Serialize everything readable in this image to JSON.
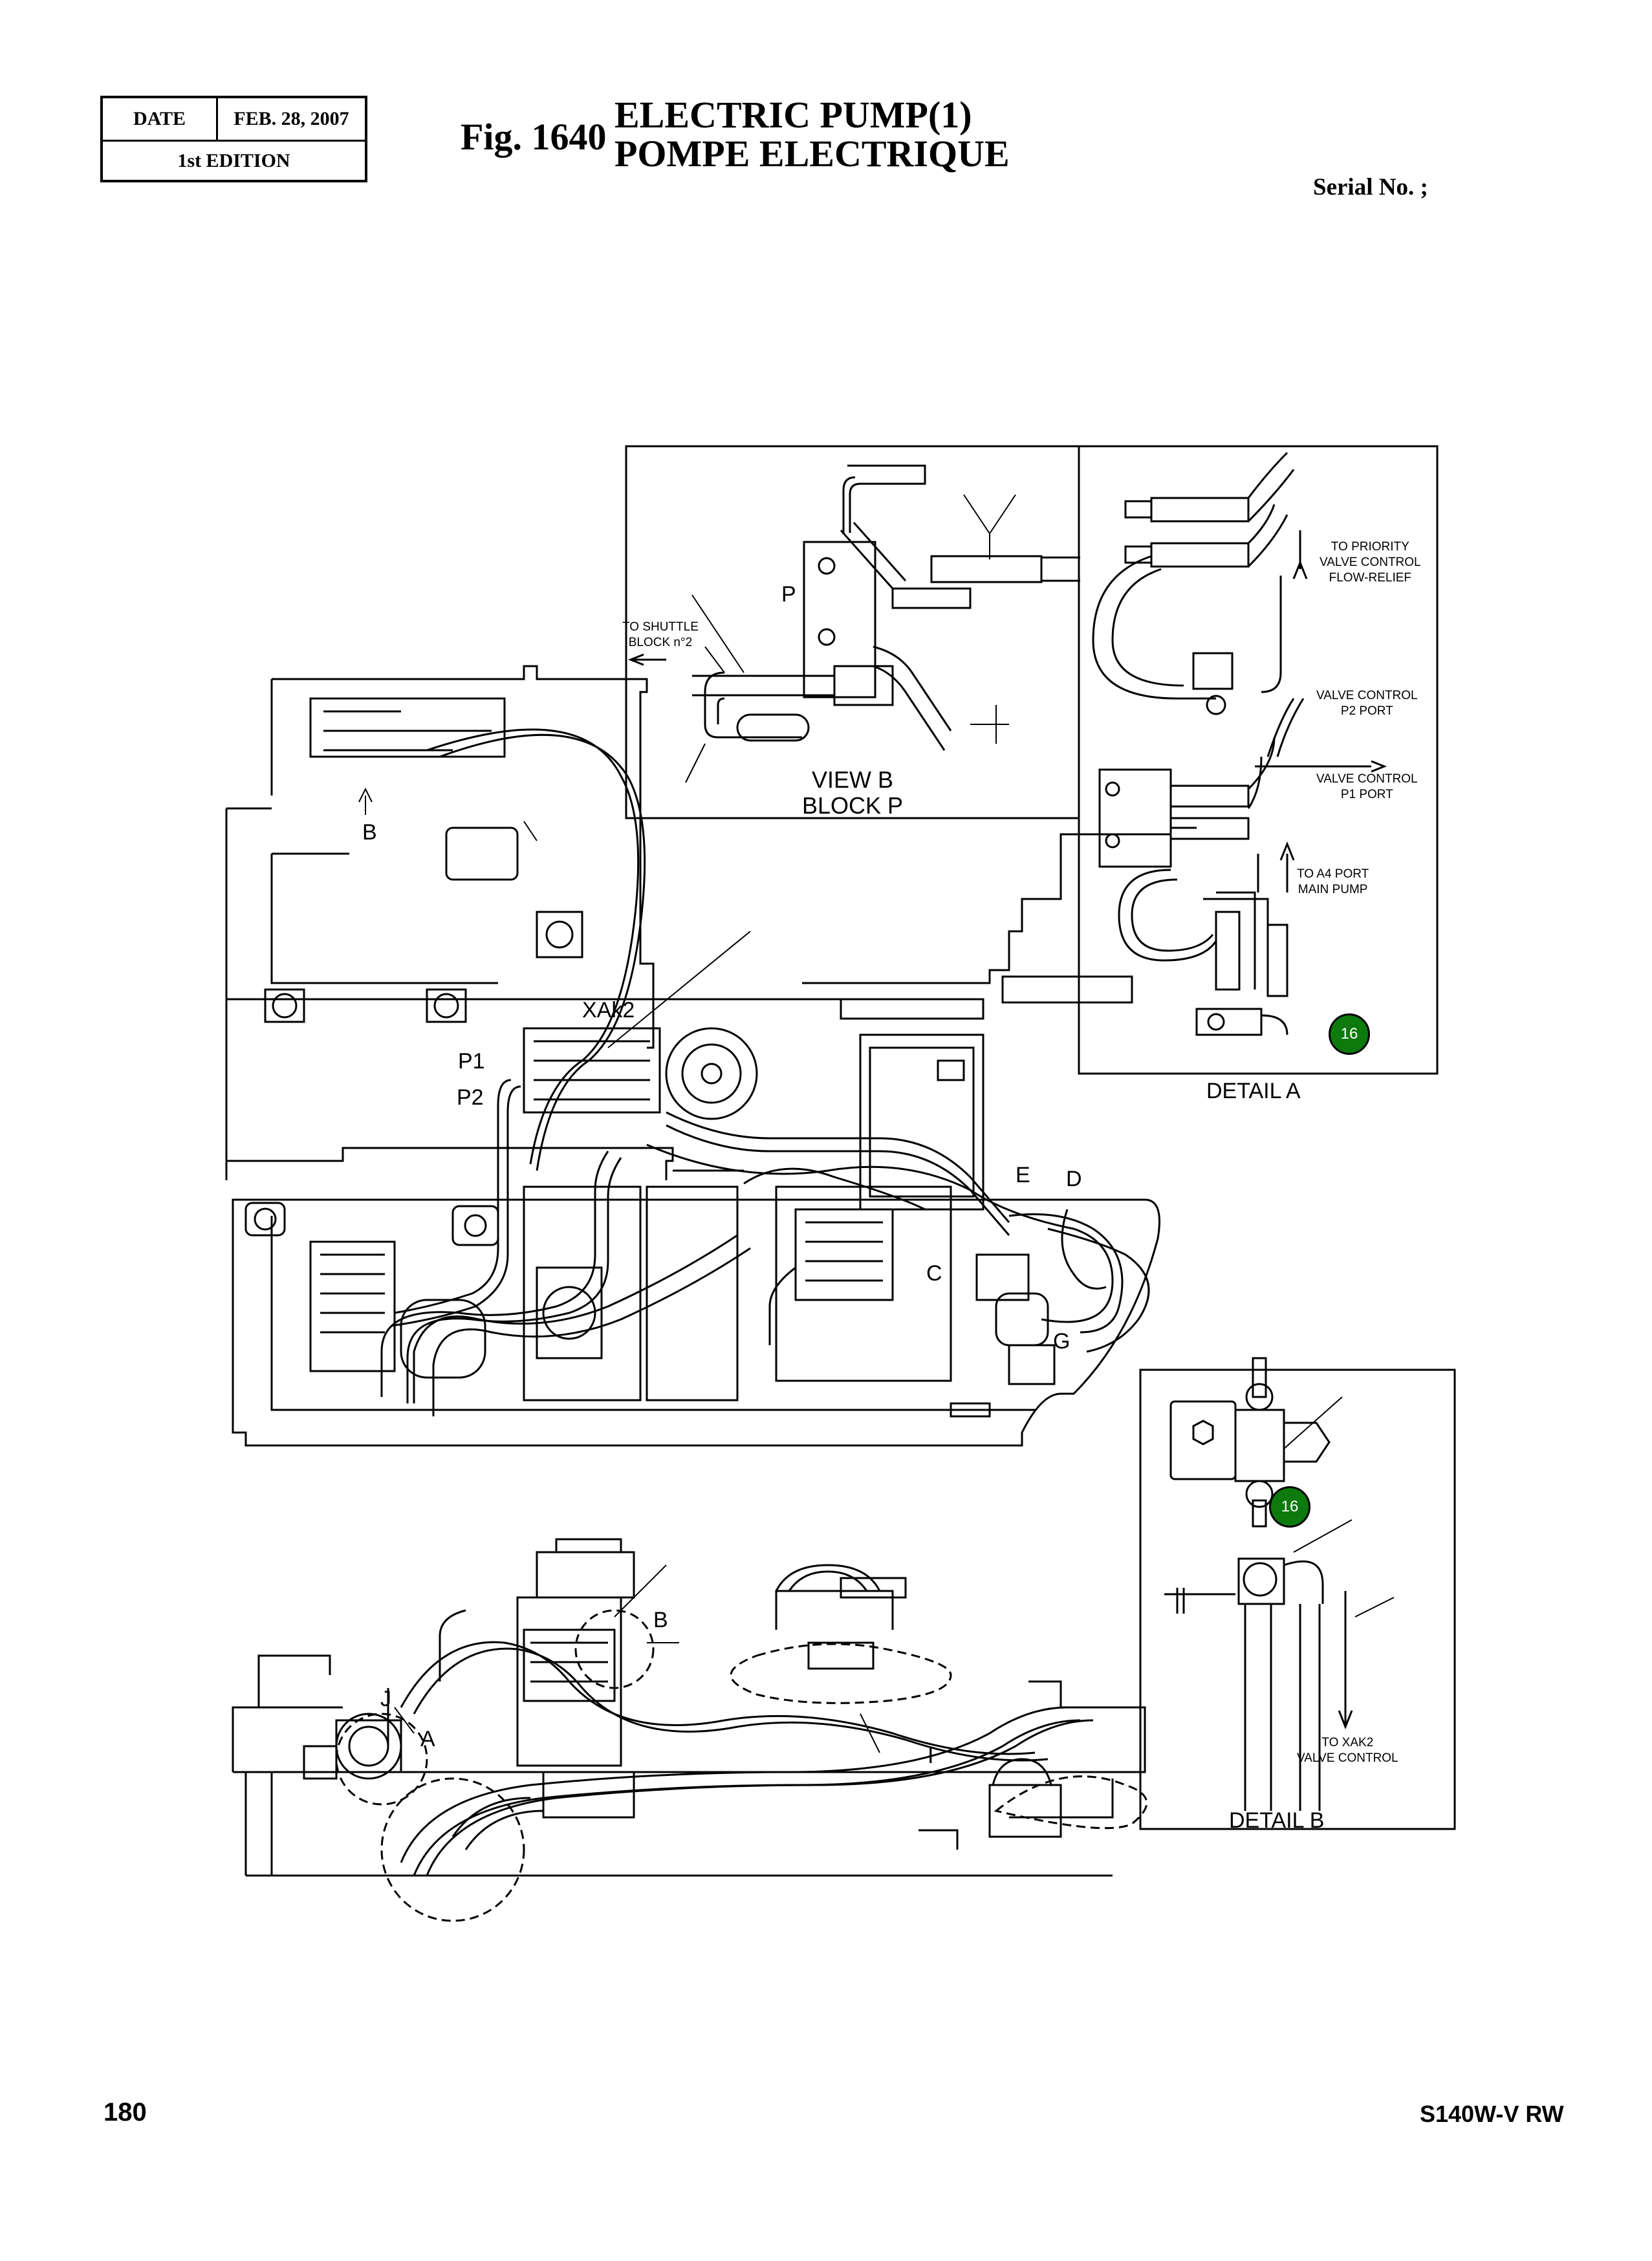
{
  "header": {
    "date_label": "DATE",
    "date_value": "FEB. 28, 2007",
    "edition": "1st EDITION",
    "fig_number": "Fig. 1640",
    "title_line1": "ELECTRIC  PUMP(1)",
    "title_line2": "POMPE  ELECTRIQUE",
    "serial": "Serial No. ;"
  },
  "view_b": {
    "caption_line1": "VIEW  B",
    "caption_line2": "BLOCK P",
    "port_p": "P",
    "to_shuttle_line1": "TO SHUTTLE",
    "to_shuttle_line2": "BLOCK n°2"
  },
  "detail_a": {
    "caption": "DETAIL   A",
    "to_priority_line1": "TO PRIORITY",
    "to_priority_line2": "VALVE CONTROL",
    "to_priority_line3": "FLOW-RELIEF",
    "p2_port_line1": "VALVE CONTROL",
    "p2_port_line2": "P2 PORT",
    "p1_port_line1": "VALVE CONTROL",
    "p1_port_line2": "P1 PORT",
    "a4_port_line1": "TO A4 PORT",
    "a4_port_line2": "MAIN PUMP",
    "badge": "16"
  },
  "detail_b": {
    "caption": "DETAIL   B",
    "to_xak2_line1": "TO XAK2",
    "to_xak2_line2": "VALVE CONTROL",
    "badge": "16"
  },
  "main_view": {
    "label_b": "B",
    "label_xak2": "XAk2",
    "label_p1": "P1",
    "label_p2": "P2",
    "label_e": "E",
    "label_d": "D",
    "label_c": "C",
    "label_g": "G"
  },
  "side_view": {
    "label_b": "B",
    "label_j": "J",
    "label_a": "A",
    "label_i": "I"
  },
  "footer": {
    "page_number": "180",
    "model": "S140W-V RW"
  }
}
